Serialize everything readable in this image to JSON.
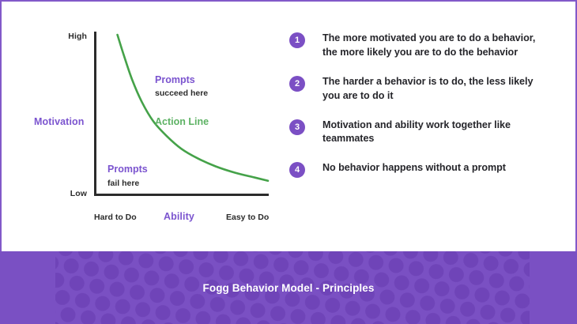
{
  "slide": {
    "footer_title": "Fogg Behavior Model - Principles",
    "accent_purple": "#7b54cf",
    "footer_purple": "#7a50c3",
    "footer_dot_purple": "#6f44b8",
    "curve_green": "#45a249",
    "axis_black": "#2b2b2b",
    "badge_purple": "#7b4fc4"
  },
  "chart_data": {
    "type": "line",
    "title": "Fogg Behavior Model",
    "xlabel": "Ability",
    "ylabel": "Motivation",
    "x_tick_labels": [
      "Hard to Do",
      "Easy to Do"
    ],
    "y_tick_labels": [
      "Low",
      "High"
    ],
    "xlim": [
      0,
      1
    ],
    "ylim": [
      0,
      1
    ],
    "grid": false,
    "legend": "none",
    "series": [
      {
        "name": "Action Line",
        "color": "#45a249",
        "x": [
          0.08,
          0.12,
          0.17,
          0.23,
          0.3,
          0.38,
          0.47,
          0.57,
          0.68,
          0.8,
          0.92,
          1.0
        ],
        "y": [
          0.99,
          0.86,
          0.71,
          0.57,
          0.45,
          0.36,
          0.28,
          0.22,
          0.17,
          0.13,
          0.1,
          0.08
        ]
      }
    ],
    "annotations": [
      {
        "label": "Prompts",
        "sublabel": "succeed here",
        "region": "above-curve",
        "color": "#7b54cf"
      },
      {
        "label": "Action Line",
        "sublabel": "",
        "region": "on-curve",
        "color": "#5db264"
      },
      {
        "label": "Prompts",
        "sublabel": "fail here",
        "region": "below-curve",
        "color": "#7b54cf"
      }
    ]
  },
  "chart": {
    "y_axis_label": "Motivation",
    "x_axis_label": "Ability",
    "y_tick_high": "High",
    "y_tick_low": "Low",
    "x_tick_hard": "Hard to Do",
    "x_tick_easy": "Easy to Do",
    "annotation_succeed_title": "Prompts",
    "annotation_succeed_sub": "succeed here",
    "annotation_action_line": "Action Line",
    "annotation_fail_title": "Prompts",
    "annotation_fail_sub": "fail here"
  },
  "principles": [
    {
      "number": "1",
      "text": "The more motivated you are to do a behavior, the more likely you are to do the behavior"
    },
    {
      "number": "2",
      "text": "The harder a behavior is to do, the less likely you are to do it"
    },
    {
      "number": "3",
      "text": "Motivation and ability work together like teammates"
    },
    {
      "number": "4",
      "text": "No behavior happens without a prompt"
    }
  ]
}
